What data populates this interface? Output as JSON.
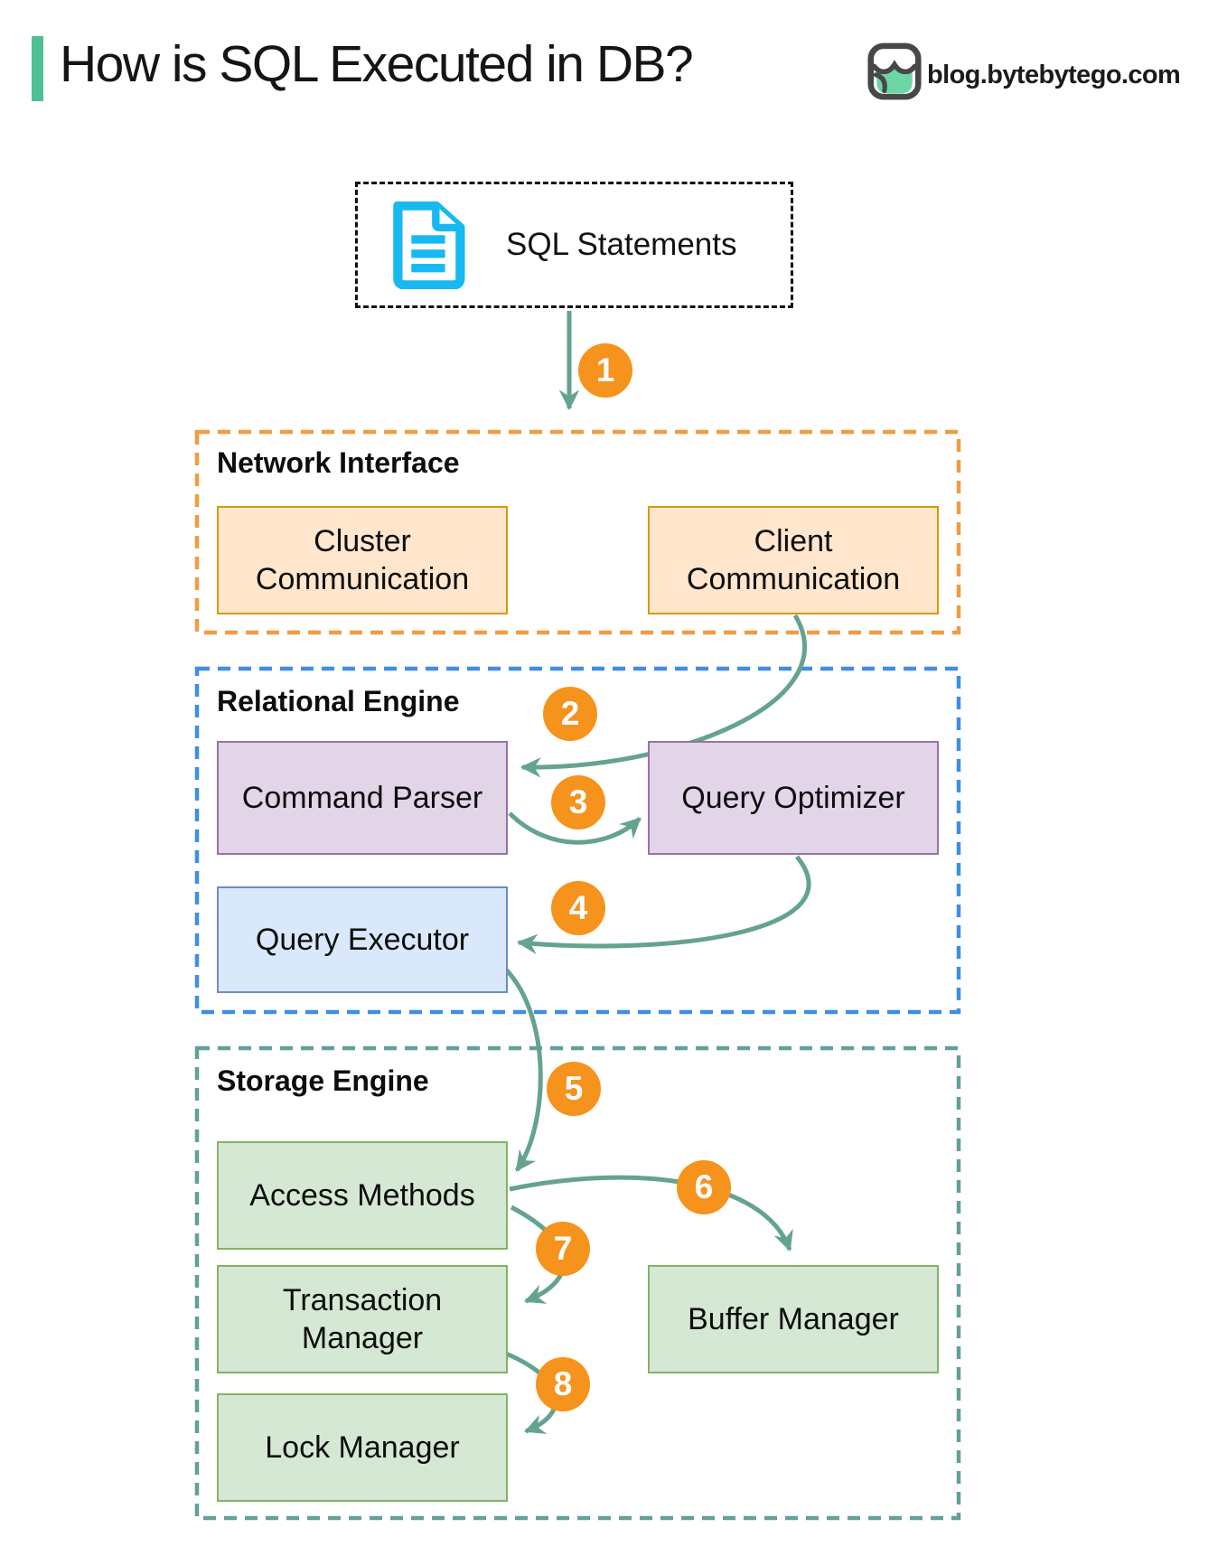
{
  "header": {
    "title": "How is SQL Executed in DB?",
    "site": "blog.bytebytego.com"
  },
  "sql_box": {
    "label": "SQL Statements",
    "icon": "document-icon"
  },
  "sections": {
    "network": {
      "title": "Network Interface",
      "boxes": {
        "cluster": {
          "label": "Cluster Communication"
        },
        "client": {
          "label": "Client Communication"
        }
      }
    },
    "relational": {
      "title": "Relational Engine",
      "boxes": {
        "parser": {
          "label": "Command Parser"
        },
        "optimizer": {
          "label": "Query Optimizer"
        },
        "executor": {
          "label": "Query Executor"
        }
      }
    },
    "storage": {
      "title": "Storage Engine",
      "boxes": {
        "access": {
          "label": "Access Methods"
        },
        "buffer": {
          "label": "Buffer Manager"
        },
        "transaction": {
          "label": "Transaction Manager"
        },
        "lock": {
          "label": "Lock Manager"
        }
      }
    }
  },
  "steps": {
    "s1": "1",
    "s2": "2",
    "s3": "3",
    "s4": "4",
    "s5": "5",
    "s6": "6",
    "s7": "7",
    "s8": "8"
  },
  "flow": [
    {
      "step": 1,
      "from": "SQL Statements",
      "to": "Network Interface"
    },
    {
      "step": 2,
      "from": "Client Communication",
      "to": "Command Parser"
    },
    {
      "step": 3,
      "from": "Command Parser",
      "to": "Query Optimizer"
    },
    {
      "step": 4,
      "from": "Query Optimizer",
      "to": "Query Executor"
    },
    {
      "step": 5,
      "from": "Query Executor",
      "to": "Access Methods"
    },
    {
      "step": 6,
      "from": "Access Methods",
      "to": "Buffer Manager"
    },
    {
      "step": 7,
      "from": "Access Methods",
      "to": "Transaction Manager"
    },
    {
      "step": 8,
      "from": "Transaction Manager",
      "to": "Lock Manager"
    }
  ],
  "colors": {
    "accent_bar": "#4EC096",
    "badge": "#F5931D",
    "arrow": "#64A390",
    "doc_icon": "#18B9F2",
    "network_border": "#F09C42",
    "relational_border": "#3E8FE3",
    "storage_border": "#63A099",
    "peach_fill": "#FFE6CC",
    "peach_border": "#D79B00",
    "purple_fill": "#E1D5E7",
    "purple_border": "#9673A6",
    "blue_fill": "#DAE8FC",
    "blue_border": "#6C8EBF",
    "green_fill": "#D5E8D4",
    "green_border": "#82B366"
  }
}
